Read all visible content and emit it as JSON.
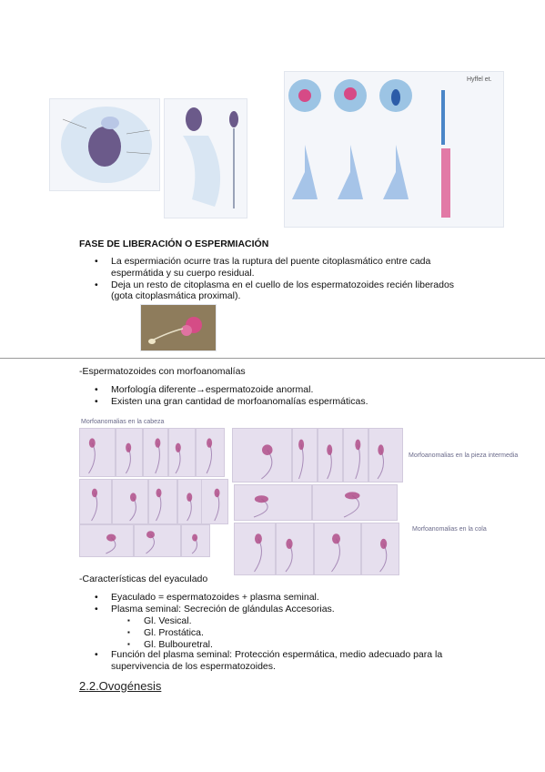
{
  "section_title": "FASE DE LIBERACIÓN O ESPERMIACIÓN",
  "liberacion_bullets": [
    "La espermiación ocurre tras la ruptura del puente citoplasmático entre cada espermátida y su cuerpo residual.",
    "Deja un resto de citoplasma en el cuello de los espermatozoides recién liberados (gota citoplasmática proximal)."
  ],
  "figure_label": "Hyffel et.",
  "morfo_heading": "-Espermatozoides con morfoanomalías",
  "morfo_bullets": [
    "Morfología diferente→espermatozoide anormal.",
    "Existen una gran cantidad de morfoanomalías espermáticas."
  ],
  "morfo_labels": {
    "cabeza": "Morfoanomalias en la cabeza",
    "pieza": "Morfoanomalias en la pieza intermedia",
    "cola": "Morfoanomalias en la cola"
  },
  "eyaculado_heading": "-Características del eyaculado",
  "eyaculado_bullets": [
    "Eyaculado = espermatozoides + plasma seminal.",
    "Plasma seminal: Secreción de glándulas Accesorias."
  ],
  "eyaculado_sub": [
    "Gl. Vesical.",
    "Gl. Prostática.",
    "Gl. Bulbouretral."
  ],
  "eyaculado_last": "Función del plasma seminal: Protección espermática, medio adecuado para la supervivencia de los espermatozoides.",
  "next_section": "2.2.Ovogénesis",
  "colors": {
    "rule": "#9a9a9a",
    "cell_bg": "#e6dfee",
    "stain": "#b0508a"
  }
}
